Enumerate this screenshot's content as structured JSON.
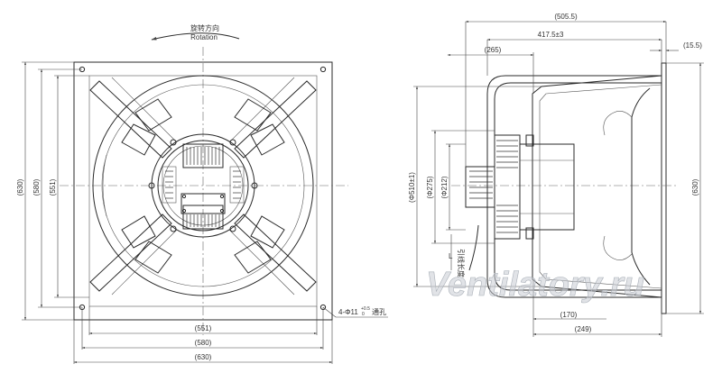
{
  "rotation": {
    "cn": "旋转方向",
    "en": "Rotation"
  },
  "front_view": {
    "dims_bottom": [
      "(551)",
      "(580)",
      "(630)"
    ],
    "dims_left": [
      "(630)",
      "(580)",
      "(551)"
    ],
    "hole_note": {
      "prefix": "4-Φ11",
      "tol": "+0.5",
      "tol0": "0",
      "suffix": "通孔"
    }
  },
  "side_view": {
    "dims_top": [
      "(505.5)",
      "417.5±3",
      "(265)",
      "(15.5)"
    ],
    "dims_left": [
      "(Φ510±1)",
      "(Φ275)",
      "(Φ212)"
    ],
    "dim_right": "(630)",
    "dims_bottom": [
      "(170)",
      "(249)"
    ],
    "lead_label": "引线长度",
    "lead_mark": "L"
  },
  "watermark": "Ventilatory.ru"
}
